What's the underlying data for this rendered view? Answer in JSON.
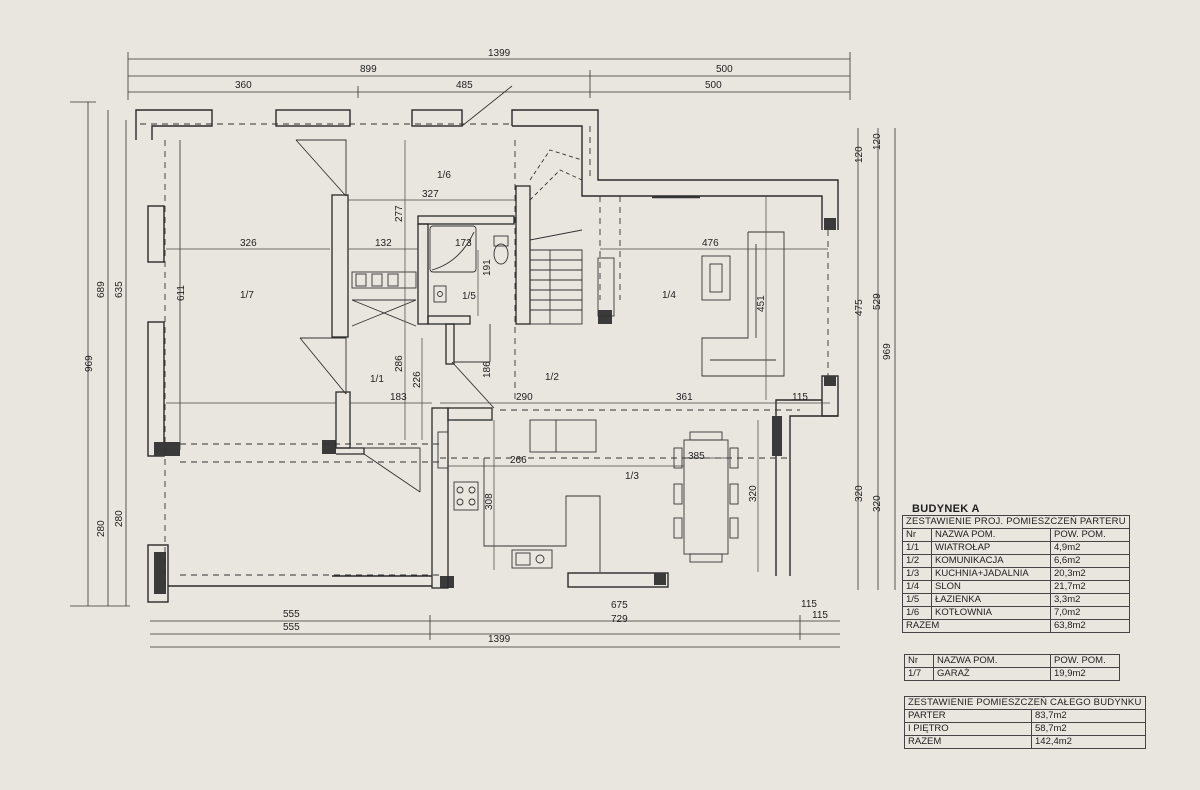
{
  "plan": {
    "overall_dims": {
      "top_total": "1399",
      "top_a": "899",
      "top_b": "500",
      "top_c": "360",
      "top_d": "485",
      "top_e": "500",
      "bottom_a": "555",
      "bottom_b": "675",
      "bottom_c": "115",
      "bottom_d": "555",
      "bottom_e": "729",
      "bottom_f": "115",
      "bottom_total": "1399",
      "left_total": "969",
      "left_a": "689",
      "left_b": "635",
      "left_c": "611",
      "left_d": "280",
      "left_e": "280",
      "right_a": "120",
      "right_b": "120",
      "right_c": "475",
      "right_d": "529",
      "right_e": "969",
      "right_f": "320",
      "right_g": "320"
    },
    "inner_dims": {
      "d326": "326",
      "d132": "132",
      "d173": "173",
      "d327": "327",
      "d277": "277",
      "d191": "191",
      "d476": "476",
      "d451": "451",
      "d286": "286",
      "d226": "226",
      "d186": "186",
      "d183": "183",
      "d290": "290",
      "d361": "361",
      "d115": "115",
      "d266": "266",
      "d385": "385",
      "d308": "308",
      "d320": "320"
    },
    "rooms": {
      "r11": "1/1",
      "r12": "1/2",
      "r13": "1/3",
      "r14": "1/4",
      "r15": "1/5",
      "r16": "1/6",
      "r17": "1/7"
    }
  },
  "building": {
    "title": "BUDYNEK A"
  },
  "ground_floor_table": {
    "caption": "ZESTAWIENIE PROJ. POMIESZCZEŃ PARTERU",
    "headers": [
      "Nr",
      "NAZWA POM.",
      "POW. POM."
    ],
    "rows": [
      [
        "1/1",
        "WIATROŁAP",
        "4,9m2"
      ],
      [
        "1/2",
        "KOMUNIKACJA",
        "6,6m2"
      ],
      [
        "1/3",
        "KUCHNIA+JADALNIA",
        "20,3m2"
      ],
      [
        "1/4",
        "SLON",
        "21,7m2"
      ],
      [
        "1/5",
        "ŁAZIENKA",
        "3,3m2"
      ],
      [
        "1/6",
        "KOTŁOWNIA",
        "7,0m2"
      ]
    ],
    "total_label": "RAZEM",
    "total_value": "63,8m2"
  },
  "garage_table": {
    "headers": [
      "Nr",
      "NAZWA POM.",
      "POW. POM."
    ],
    "rows": [
      [
        "1/7",
        "GARAŻ",
        "19,9m2"
      ]
    ]
  },
  "building_table": {
    "caption": "ZESTAWIENIE POMIESZCZEŃ CAŁEGO BUDYNKU",
    "rows": [
      [
        "PARTER",
        "83,7m2"
      ],
      [
        "I PIĘTRO",
        "58,7m2"
      ],
      [
        "RAZEM",
        "142,4m2"
      ]
    ]
  }
}
